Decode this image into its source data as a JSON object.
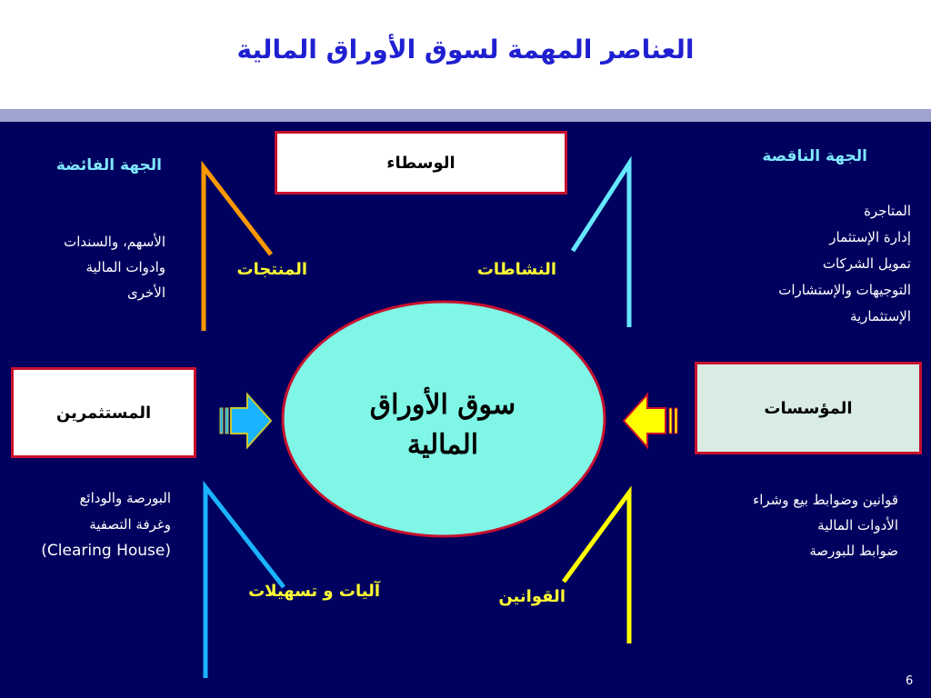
{
  "title": "العناصر المهمة لسوق الأوراق المالية",
  "center": {
    "line1": "سوق الأوراق",
    "line2": "المالية"
  },
  "boxes": {
    "intermediaries": "الوسطاء",
    "investors": "المستثمرين",
    "institutions": "المؤسسات"
  },
  "surplus": {
    "heading": "الجهة الفائضة",
    "lines": [
      "الأسهم، والسندات",
      "وادوات المالية",
      "الأخرى"
    ]
  },
  "deficit": {
    "heading": "الجهة الناقصة",
    "lines": [
      "المتاجرة",
      "إدارة الإستثمار",
      "تمويل الشركات",
      "التوجيهات والإستشارات",
      "الإستثمارية"
    ]
  },
  "connectors": {
    "products": "المنتجات",
    "activities": "النشاطات",
    "mechanisms": "آليات و تسهيلات",
    "laws": "القوانين"
  },
  "exchange": {
    "lines": [
      "البورصة والودائع",
      "وغرفة التصفية",
      "(Clearing House)"
    ]
  },
  "regulations": {
    "lines": [
      "قوانين وضوابط بيع وشراء",
      "الأدوات المالية",
      "ضوابط للبورصة"
    ]
  },
  "page_number": "6",
  "colors": {
    "title": "#1f1fd1",
    "background": "#00005e",
    "band": "#9ea3cf",
    "box_border": "#c8102e",
    "ellipse_fill": "#7ff6e6",
    "orange_line": "#ff9900",
    "cyan_line": "#66e6ff",
    "blue_line": "#1ab3ff",
    "yellow_line": "#ffff00"
  }
}
